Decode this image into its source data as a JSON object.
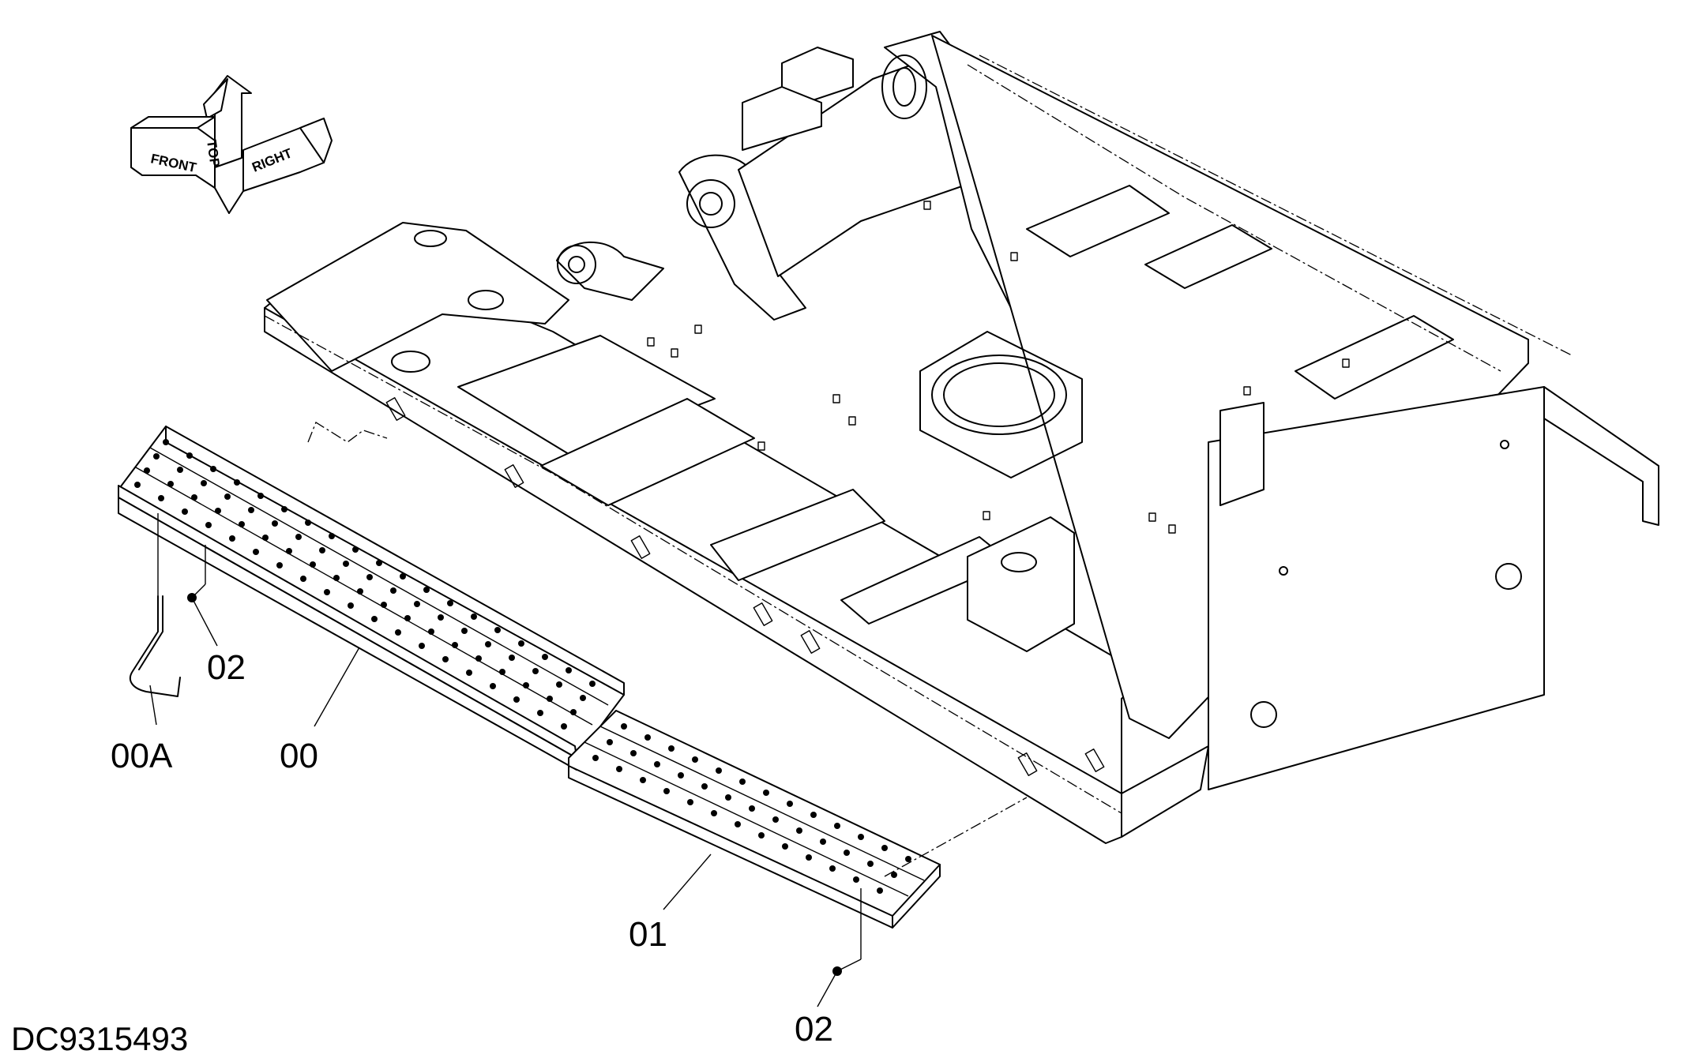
{
  "drawing": {
    "document_id": "DC9315493"
  },
  "orientation_indicator": {
    "front": "FRONT",
    "top": "TOP",
    "right": "RIGHT"
  },
  "callouts": {
    "part_00": "00",
    "part_00a": "00A",
    "part_01": "01",
    "part_02_upper": "02",
    "part_02_lower": "02"
  }
}
